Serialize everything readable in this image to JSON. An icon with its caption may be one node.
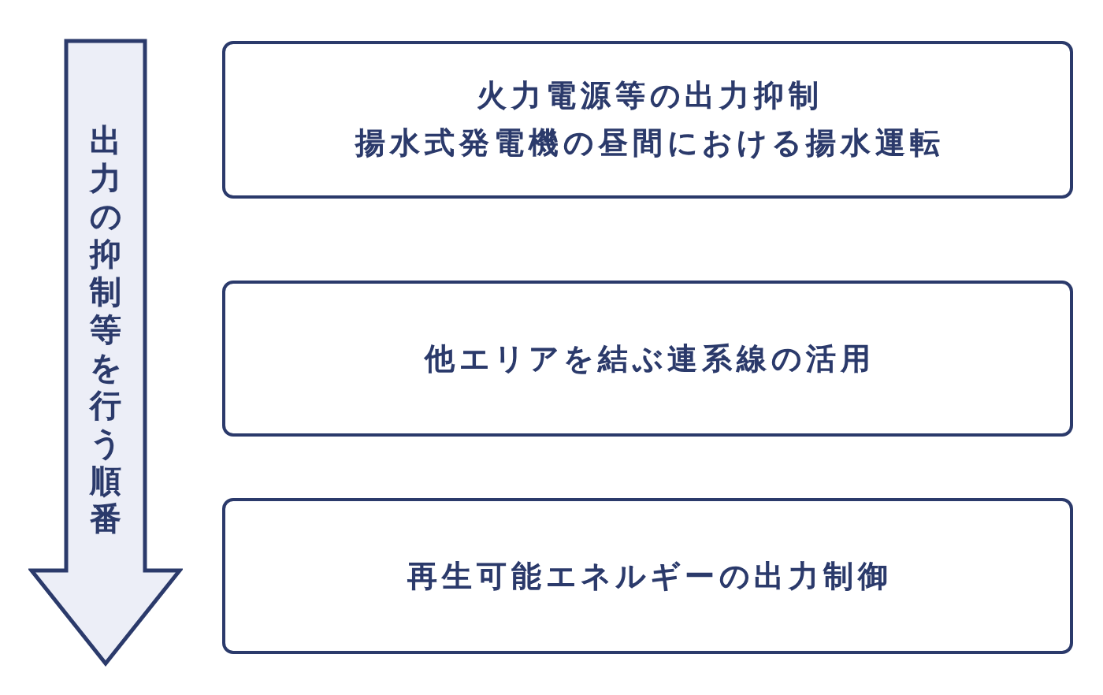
{
  "diagram": {
    "nodes": [
      {
        "text": [
          "出力の抑制等を行う順番"
        ]
      },
      {
        "text": [
          "火力電源等の出力抑制",
          "揚水式発電機の昼間における揚水運転"
        ]
      },
      {
        "text": [
          "他エリアを結ぶ連系線の活用"
        ]
      },
      {
        "text": [
          "再生可能エネルギーの出力制御"
        ]
      }
    ]
  }
}
